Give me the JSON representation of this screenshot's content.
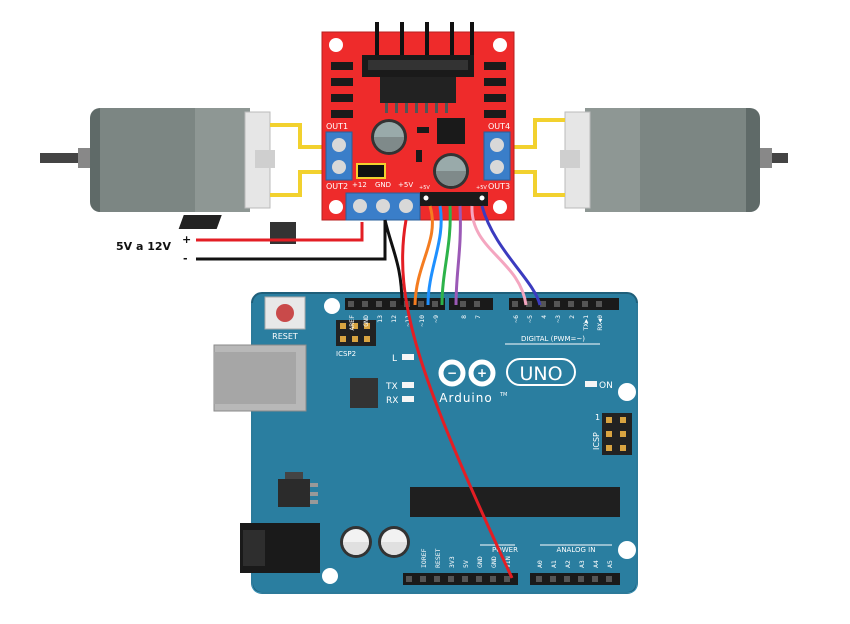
{
  "power_supply": {
    "voltage_label": "5V a 12V",
    "plus": "+",
    "minus": "-"
  },
  "driver": {
    "out1": "OUT1",
    "out2": "OUT2",
    "out3": "OUT3",
    "out4": "OUT4",
    "v12": "+12",
    "gnd": "GND",
    "v5": "+5V",
    "plus5v_left": "+5V",
    "plus5v_right": "+5V"
  },
  "arduino": {
    "reset": "RESET",
    "icsp2": "ICSP2",
    "icsp": "ICSP",
    "icsp_one": "1",
    "led_l": "L",
    "tx": "TX",
    "rx": "RX",
    "on": "ON",
    "logo_uno": "UNO",
    "logo_brand": "Arduino",
    "tm": "TM",
    "digital_label": "DIGITAL (PWM=~)",
    "power_label": "POWER",
    "analog_label": "ANALOG IN",
    "top_pins": [
      "AREF",
      "GND",
      "13",
      "12",
      "~11",
      "~10",
      "~9",
      "8",
      "7",
      "~6",
      "~5",
      "4",
      "~3",
      "2",
      "TX▶1",
      "RX◀0"
    ],
    "power_pins": [
      "IOREF",
      "RESET",
      "3V3",
      "5V",
      "GND",
      "GND",
      "VIN"
    ],
    "analog_pins": [
      "A0",
      "A1",
      "A2",
      "A3",
      "A4",
      "A5"
    ]
  },
  "colors": {
    "board_teal": "#2a7ea0",
    "driver_red": "#ee2b2b",
    "wire_red": "#e31e24",
    "wire_black": "#111111",
    "wire_orange": "#f47c20",
    "wire_blue": "#1e90ff",
    "wire_green": "#2db34a",
    "wire_purple": "#9b59b6",
    "wire_pink": "#f4a6c0",
    "wire_indigo": "#3b3bbf",
    "motor_lead": "#f2d12e"
  }
}
